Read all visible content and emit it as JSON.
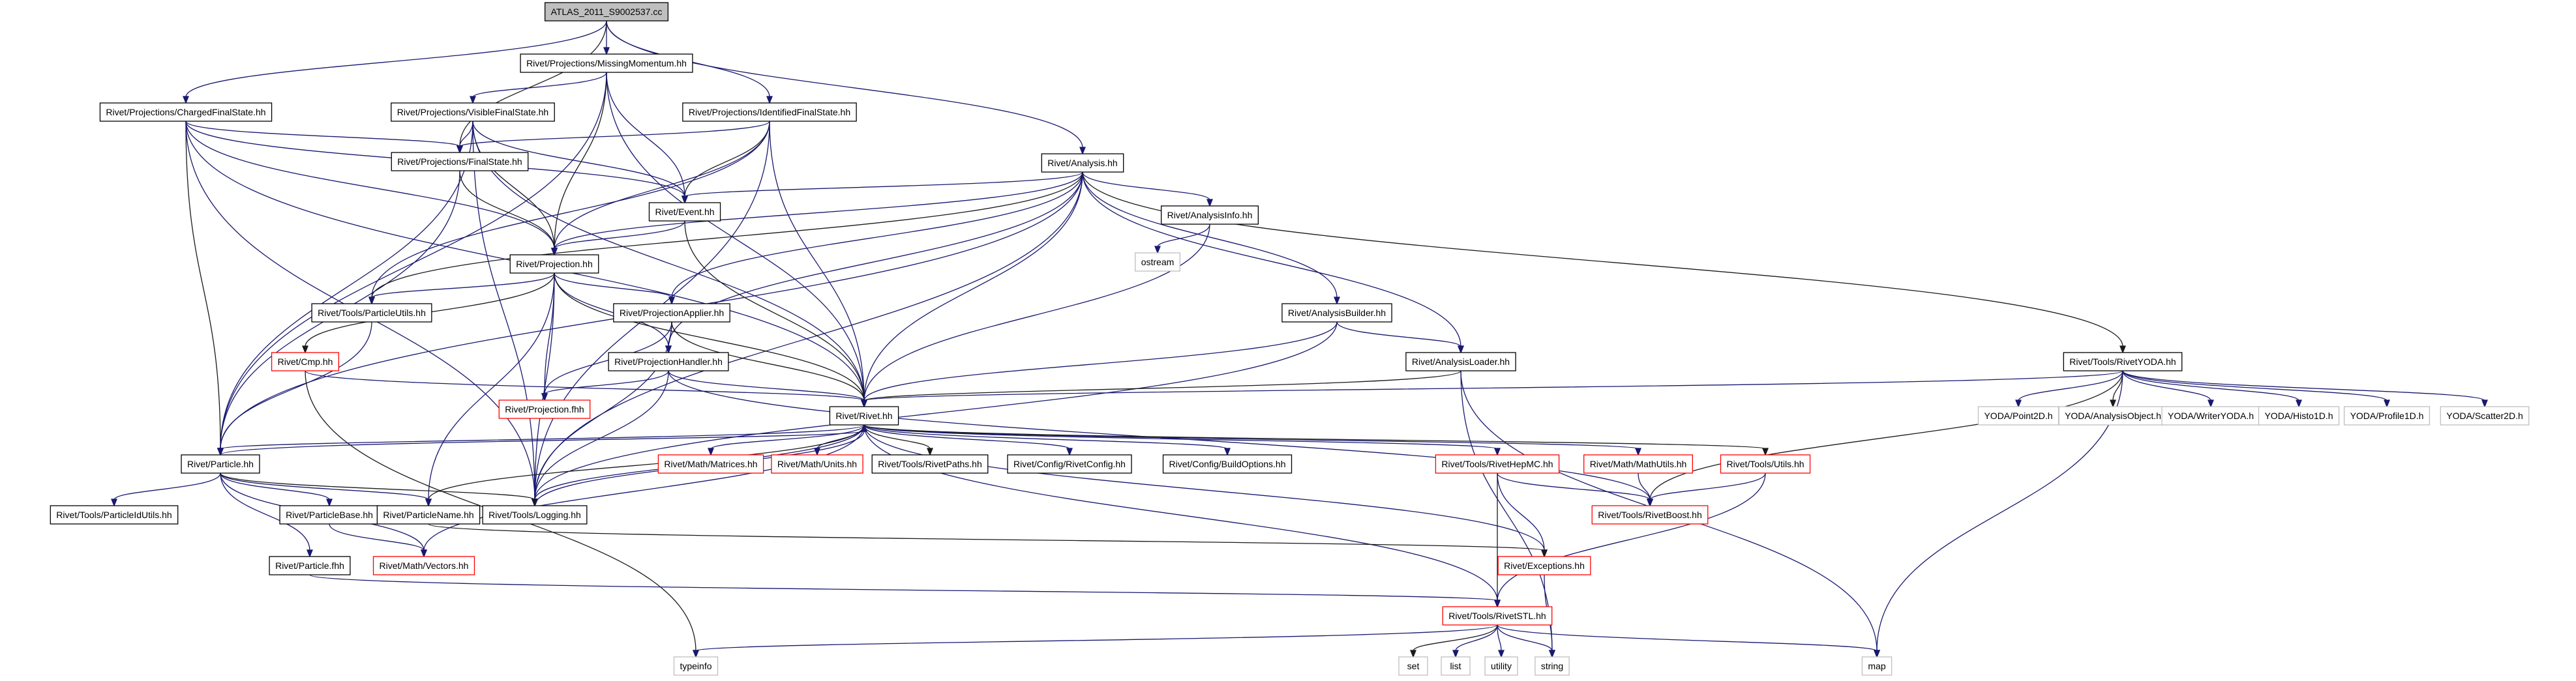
{
  "nodes": [
    {
      "id": "n1",
      "label": "ATLAS_2011_S9002537.cc",
      "kind": "root"
    },
    {
      "id": "n2",
      "label": "Rivet/Projections/MissingMomentum.hh",
      "kind": "normal"
    },
    {
      "id": "n3",
      "label": "Rivet/Projections/ChargedFinalState.hh",
      "kind": "normal"
    },
    {
      "id": "n4",
      "label": "Rivet/Projections/VisibleFinalState.hh",
      "kind": "normal"
    },
    {
      "id": "n5",
      "label": "Rivet/Projections/IdentifiedFinalState.hh",
      "kind": "normal"
    },
    {
      "id": "n6",
      "label": "Rivet/Projections/FinalState.hh",
      "kind": "normal"
    },
    {
      "id": "n7",
      "label": "Rivet/Analysis.hh",
      "kind": "normal"
    },
    {
      "id": "n8",
      "label": "Rivet/Event.hh",
      "kind": "normal"
    },
    {
      "id": "n9",
      "label": "Rivet/AnalysisInfo.hh",
      "kind": "normal"
    },
    {
      "id": "n10",
      "label": "ostream",
      "kind": "system"
    },
    {
      "id": "n11",
      "label": "Rivet/Projection.hh",
      "kind": "normal"
    },
    {
      "id": "n12",
      "label": "Rivet/Tools/ParticleUtils.hh",
      "kind": "normal"
    },
    {
      "id": "n13",
      "label": "Rivet/ProjectionApplier.hh",
      "kind": "normal"
    },
    {
      "id": "n14",
      "label": "Rivet/AnalysisBuilder.hh",
      "kind": "normal"
    },
    {
      "id": "n15",
      "label": "Rivet/Cmp.hh",
      "kind": "incomplete"
    },
    {
      "id": "n16",
      "label": "Rivet/ProjectionHandler.hh",
      "kind": "normal"
    },
    {
      "id": "n17",
      "label": "Rivet/Projection.fhh",
      "kind": "incomplete"
    },
    {
      "id": "n18",
      "label": "Rivet/AnalysisLoader.hh",
      "kind": "normal"
    },
    {
      "id": "n19",
      "label": "Rivet/Tools/RivetYODA.hh",
      "kind": "normal"
    },
    {
      "id": "n20",
      "label": "Rivet/Rivet.hh",
      "kind": "normal"
    },
    {
      "id": "n21",
      "label": "YODA/Point2D.h",
      "kind": "system"
    },
    {
      "id": "n22",
      "label": "YODA/AnalysisObject.h",
      "kind": "system"
    },
    {
      "id": "n23",
      "label": "YODA/WriterYODA.h",
      "kind": "system"
    },
    {
      "id": "n24",
      "label": "YODA/Histo1D.h",
      "kind": "system"
    },
    {
      "id": "n25",
      "label": "YODA/Profile1D.h",
      "kind": "system"
    },
    {
      "id": "n26",
      "label": "YODA/Scatter2D.h",
      "kind": "system"
    },
    {
      "id": "n27",
      "label": "Rivet/Particle.hh",
      "kind": "normal"
    },
    {
      "id": "n28",
      "label": "Rivet/Math/Matrices.hh",
      "kind": "incomplete"
    },
    {
      "id": "n29",
      "label": "Rivet/Math/Units.hh",
      "kind": "incomplete"
    },
    {
      "id": "n30",
      "label": "Rivet/Tools/RivetPaths.hh",
      "kind": "normal"
    },
    {
      "id": "n31",
      "label": "Rivet/Config/RivetConfig.hh",
      "kind": "normal"
    },
    {
      "id": "n32",
      "label": "Rivet/Config/BuildOptions.hh",
      "kind": "normal"
    },
    {
      "id": "n33",
      "label": "Rivet/Tools/RivetHepMC.hh",
      "kind": "incomplete"
    },
    {
      "id": "n34",
      "label": "Rivet/Math/MathUtils.hh",
      "kind": "incomplete"
    },
    {
      "id": "n35",
      "label": "Rivet/Tools/Utils.hh",
      "kind": "incomplete"
    },
    {
      "id": "n36",
      "label": "Rivet/Tools/ParticleIdUtils.hh",
      "kind": "normal"
    },
    {
      "id": "n37",
      "label": "Rivet/ParticleBase.hh",
      "kind": "normal"
    },
    {
      "id": "n38",
      "label": "Rivet/ParticleName.hh",
      "kind": "normal"
    },
    {
      "id": "n39",
      "label": "Rivet/Tools/Logging.hh",
      "kind": "normal"
    },
    {
      "id": "n40",
      "label": "Rivet/Tools/RivetBoost.hh",
      "kind": "incomplete"
    },
    {
      "id": "n41",
      "label": "Rivet/Math/Vectors.hh",
      "kind": "incomplete"
    },
    {
      "id": "n42",
      "label": "Rivet/Particle.fhh",
      "kind": "normal"
    },
    {
      "id": "n43",
      "label": "Rivet/Exceptions.hh",
      "kind": "incomplete"
    },
    {
      "id": "n44",
      "label": "Rivet/Tools/RivetSTL.hh",
      "kind": "incomplete"
    },
    {
      "id": "n45",
      "label": "typeinfo",
      "kind": "system"
    },
    {
      "id": "n46",
      "label": "set",
      "kind": "system"
    },
    {
      "id": "n47",
      "label": "list",
      "kind": "system"
    },
    {
      "id": "n48",
      "label": "utility",
      "kind": "system"
    },
    {
      "id": "n49",
      "label": "string",
      "kind": "system"
    },
    {
      "id": "n50",
      "label": "map",
      "kind": "system"
    }
  ],
  "colors": {
    "node_border": "#000000",
    "root_fill": "#bfbfbf",
    "incomplete_border": "#ff0000",
    "system_border": "#bfbfbf",
    "edge_main": "#191970",
    "edge_alt": "#1a1a1a"
  }
}
